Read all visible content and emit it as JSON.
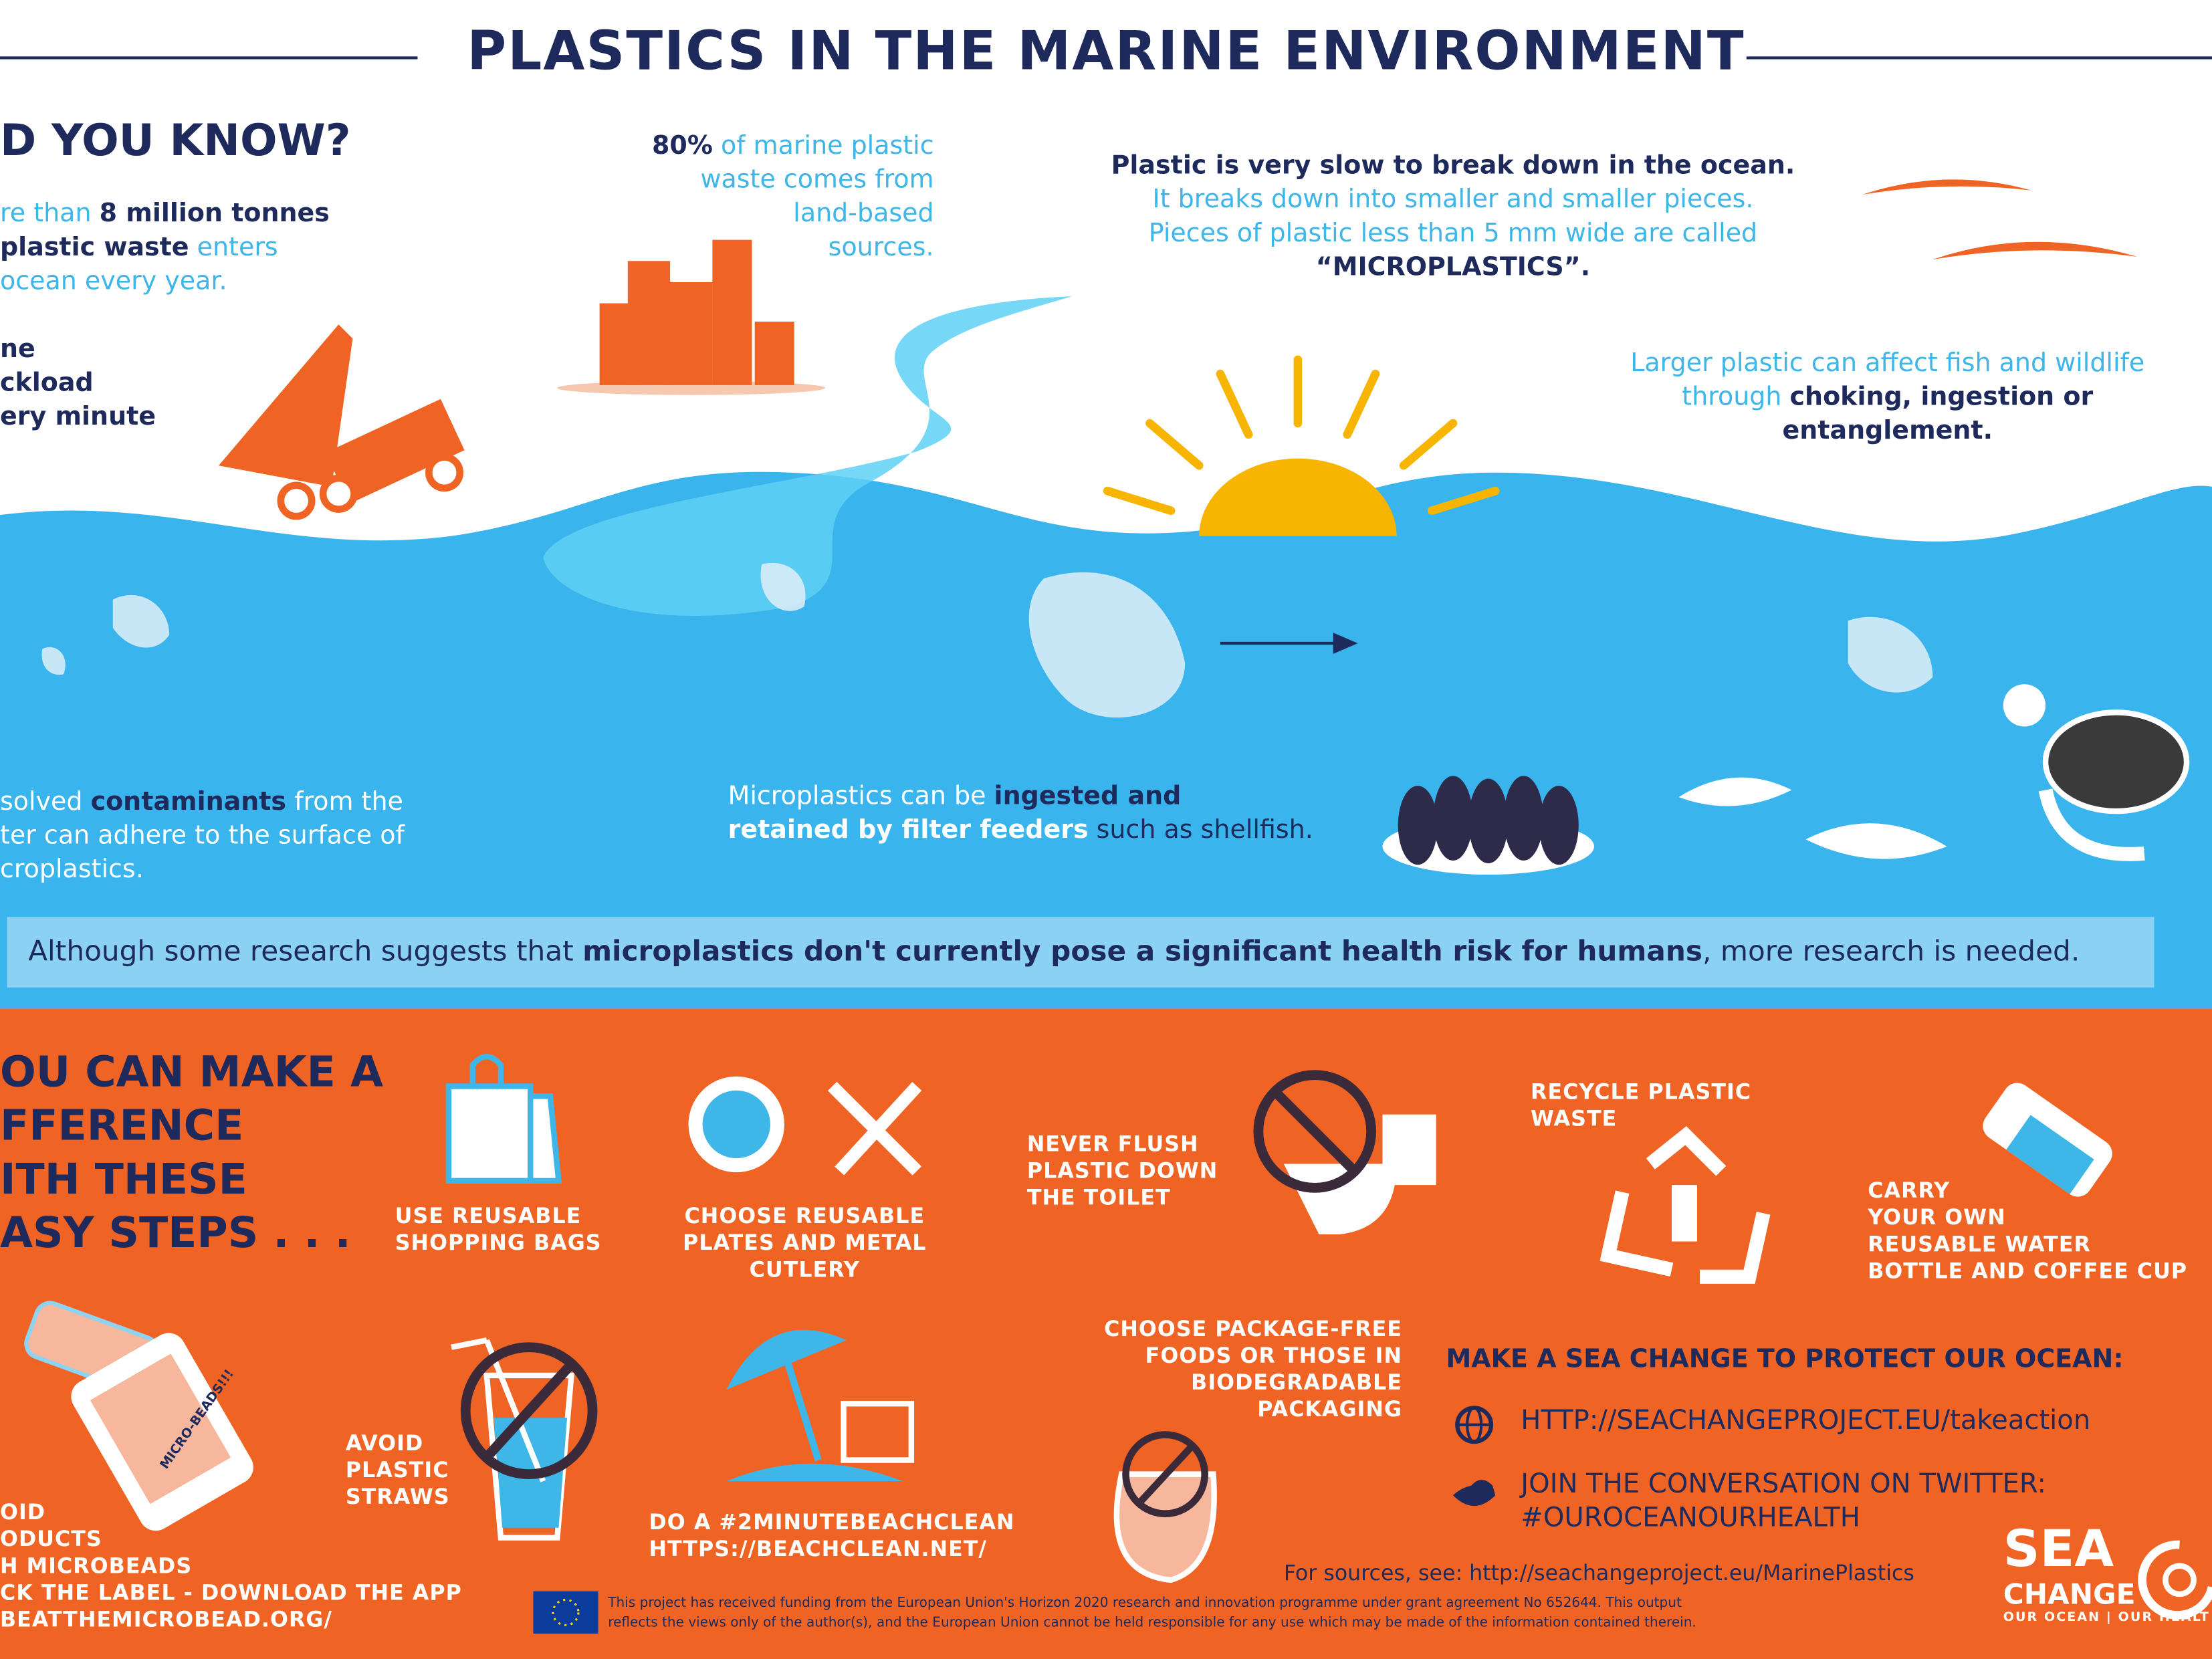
{
  "title": "PLASTICS IN THE MARINE ENVIRONMENT",
  "colors": {
    "navy": "#1f2a5c",
    "light_blue": "#3fb6e8",
    "orange": "#ef6424",
    "ocean": "#3ab4ec",
    "sun": "#f7b500"
  },
  "did_you_know": {
    "heading": "D YOU KNOW?",
    "fact1_a": "re than ",
    "fact1_b": "8 million tonnes",
    "fact1_c": "plastic waste",
    "fact1_d": " enters",
    "fact1_e": " ocean every year.",
    "fact2_l1": "ne",
    "fact2_l2": "ckload",
    "fact2_l3": "ery minute"
  },
  "land_based": {
    "pct": "80%",
    "l1": " of marine plastic",
    "l2": "waste comes from",
    "l3": "land-based",
    "l4": "sources."
  },
  "breakdown": {
    "l1": "Plastic is very slow to break down in the ocean.",
    "l2": "It breaks down into smaller and smaller pieces.",
    "l3": "Pieces of plastic less than 5 mm wide are called",
    "l4": "“MICROPLASTICS”."
  },
  "wildlife": {
    "l1": "Larger plastic can affect fish and wildlife",
    "l2a": "through ",
    "l2b": "choking, ingestion or",
    "l3": "entanglement."
  },
  "contaminants": {
    "l1a": "solved ",
    "l1b": "contaminants",
    "l1c": " from the",
    "l2": "ter can adhere to the surface of",
    "l3": "croplastics."
  },
  "filter_feeders": {
    "l1a": "Microplastics can be ",
    "l1b": "ingested and",
    "l2a": "retained by filter feeders",
    "l2b": " such as shellfish."
  },
  "health_banner": {
    "a": "Although some research suggests that ",
    "b": "microplastics don't currently pose a significant health risk for humans",
    "c": ", more research is needed."
  },
  "steps_heading": [
    "OU CAN MAKE A",
    "FFERENCE",
    "ITH THESE",
    "ASY STEPS . . ."
  ],
  "steps": {
    "bags": [
      "USE REUSABLE",
      "SHOPPING BAGS"
    ],
    "plates": [
      "CHOOSE REUSABLE",
      "PLATES AND METAL",
      "CUTLERY"
    ],
    "flush": [
      "NEVER FLUSH",
      "PLASTIC DOWN",
      "THE TOILET"
    ],
    "recycle": [
      "RECYCLE PLASTIC",
      "WASTE"
    ],
    "bottle": [
      "CARRY",
      "YOUR OWN",
      "REUSABLE WATER",
      "BOTTLE AND COFFEE CUP"
    ],
    "microbeads": [
      "OID",
      "ODUCTS",
      "H MICROBEADS",
      "CK THE LABEL - DOWNLOAD THE APP",
      "BEATTHEMICROBEAD.ORG/"
    ],
    "microbeads_phone_label": "MICRO-BEADS!!!",
    "straws": [
      "AVOID",
      "PLASTIC",
      "STRAWS"
    ],
    "beachclean": [
      "DO A #2MINUTEBEACHCLEAN",
      "HTTPS://BEACHCLEAN.NET/"
    ],
    "package": [
      "CHOOSE PACKAGE-FREE",
      "FOODS OR THOSE IN",
      "BIODEGRADABLE",
      "PACKAGING"
    ]
  },
  "cta": {
    "heading": "MAKE A SEA CHANGE TO PROTECT OUR OCEAN:",
    "website": "HTTP://SEACHANGEPROJECT.EU/takeaction",
    "twitter_l1": "JOIN THE CONVERSATION ON TWITTER:",
    "twitter_l2": "#OUROCEANOURHEALTH"
  },
  "sources": "For sources, see: http://seachangeproject.eu/MarinePlastics",
  "disclaimer_l1": "This project has received funding from the European Union's Horizon 2020 research and innovation programme under grant agreement No 652644. This output",
  "disclaimer_l2": "reflects the views only of the author(s), and the European Union cannot be held responsible for any use which may be made of the information contained therein.",
  "logo": {
    "l1": "SEA",
    "l2": "CHANGE",
    "tagline": "OUR OCEAN | OUR HEALT"
  }
}
